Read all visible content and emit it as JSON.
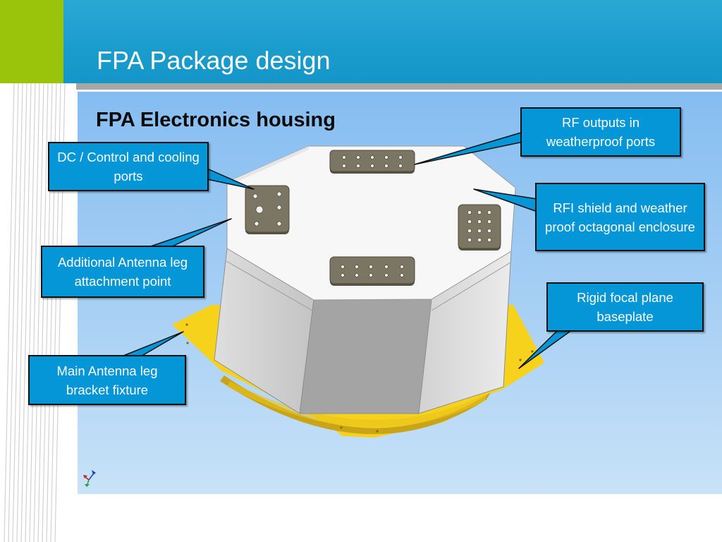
{
  "slide": {
    "title": "FPA Package design",
    "subtitle": "FPA Electronics housing"
  },
  "colors": {
    "header_blue": "#1a9ccd",
    "accent_green": "#9ac40c",
    "callout_fill": "#0596d8",
    "baseplate_yellow": "#f7d21c",
    "port_plate": "#7b7663"
  },
  "callouts": {
    "rf_outputs": "RF outputs in weatherproof ports",
    "dc_control": "DC / Control and cooling ports",
    "rfi_shield": "RFI shield and weather proof octagonal enclosure",
    "additional_antenna": "Additional Antenna leg attachment point",
    "rigid_baseplate": "Rigid focal plane baseplate",
    "main_antenna": "Main Antenna leg bracket fixture"
  },
  "icons": {
    "axis_triad": "xyz-axis-triad-icon"
  }
}
